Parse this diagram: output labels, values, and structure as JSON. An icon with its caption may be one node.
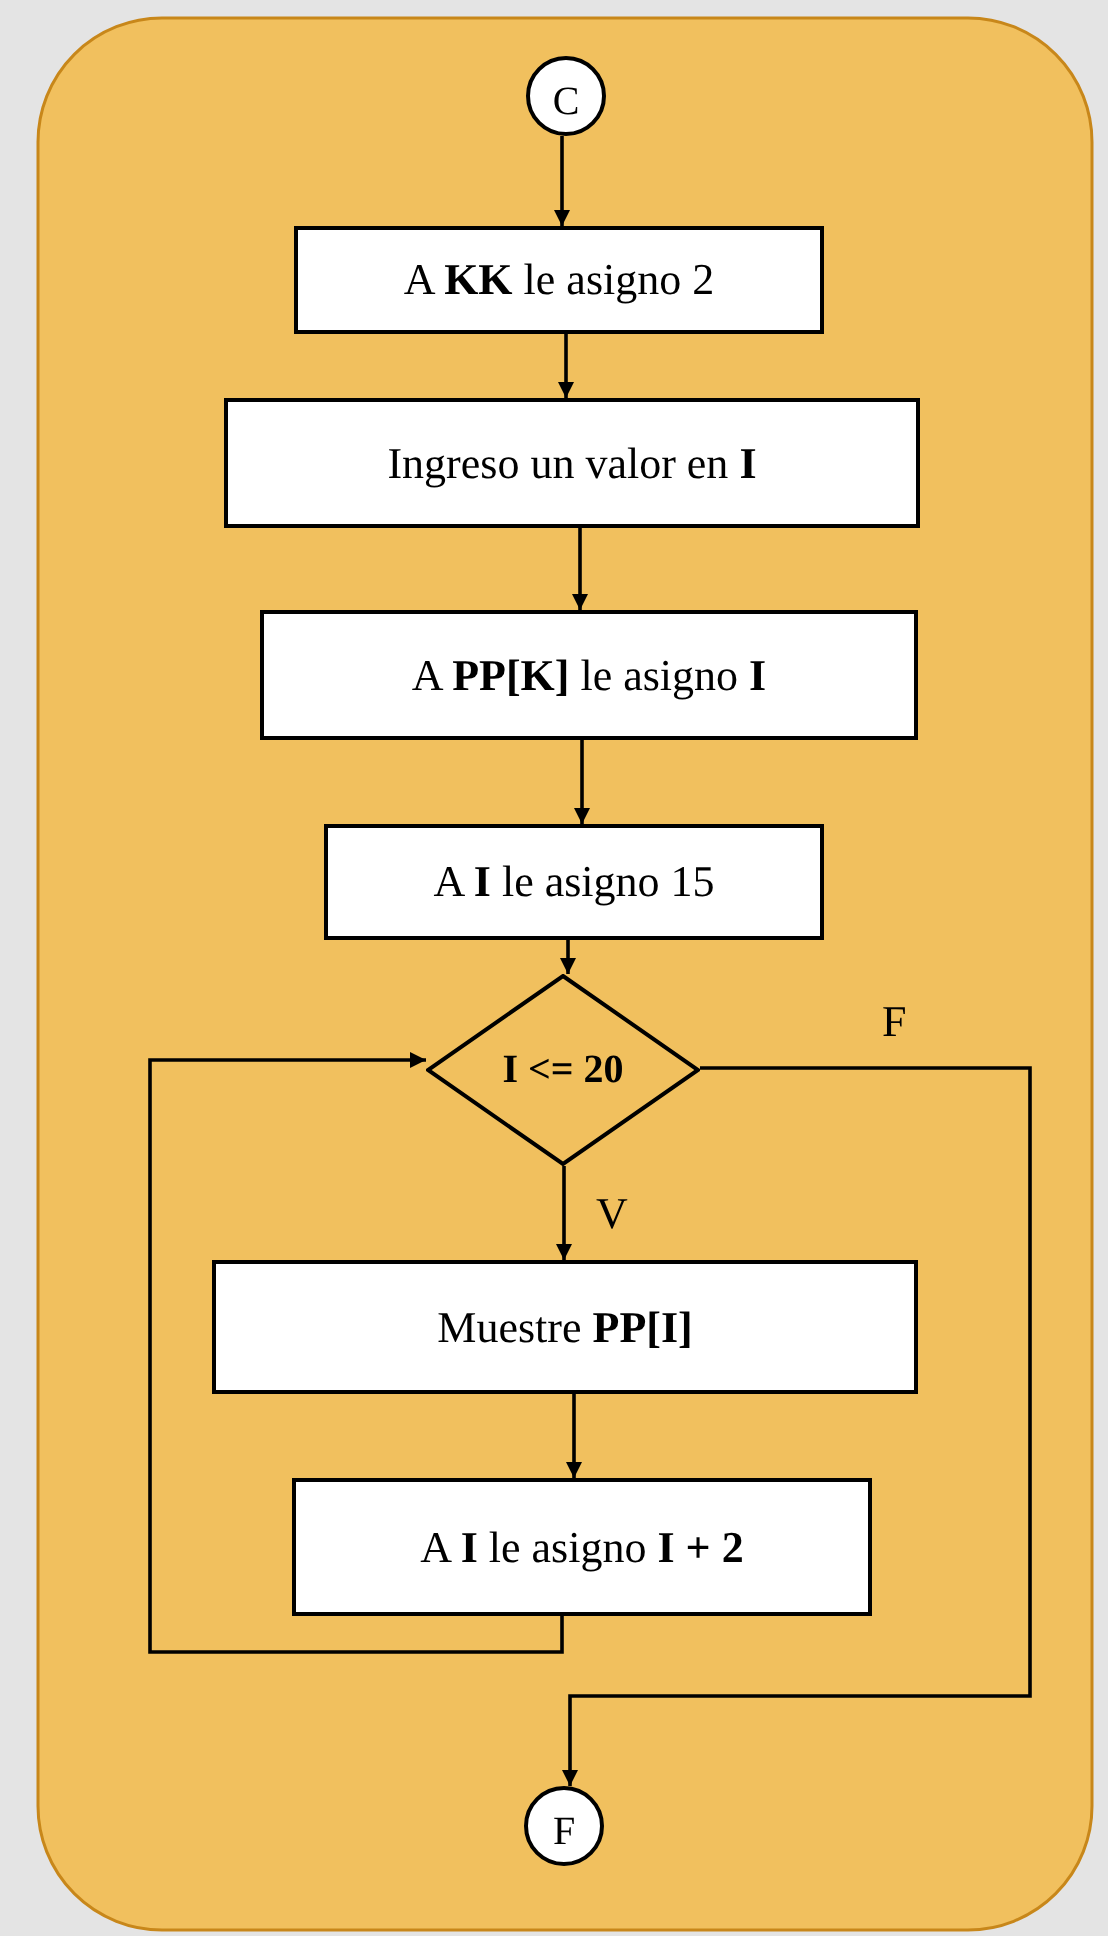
{
  "diagram": {
    "nodes": [
      {
        "text": [
          "C"
        ]
      },
      {
        "text": [
          "A **KK** le asigno 2"
        ]
      },
      {
        "text": [
          "Ingreso un valor en **I**"
        ]
      },
      {
        "text": [
          "A **PP[K]** le asigno **I**"
        ]
      },
      {
        "text": [
          "A **I** le asigno 15"
        ]
      },
      {
        "text": [
          "I <= 20"
        ]
      },
      {
        "text": [
          "Muestre **PP[I]**"
        ]
      },
      {
        "text": [
          "A **I** le asigno **I + 2**"
        ]
      },
      {
        "text": [
          "F"
        ]
      }
    ],
    "edges": [
      {
        "from": 0,
        "to": 1,
        "arrow": "to"
      },
      {
        "from": 1,
        "to": 2,
        "arrow": "to"
      },
      {
        "from": 2,
        "to": 3,
        "arrow": "to"
      },
      {
        "from": 3,
        "to": 4,
        "arrow": "to"
      },
      {
        "from": 4,
        "to": 5,
        "arrow": "to"
      },
      {
        "from": 5,
        "to": 6,
        "arrow": "to",
        "label": "V"
      },
      {
        "from": 6,
        "to": 7,
        "arrow": "to"
      },
      {
        "from": 7,
        "to": 5,
        "arrow": "to"
      },
      {
        "from": 5,
        "to": 8,
        "arrow": "to",
        "label": "F"
      }
    ]
  }
}
